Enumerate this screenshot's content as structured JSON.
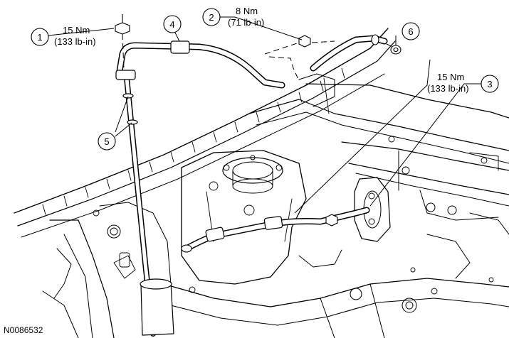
{
  "figure_id": "N0086532",
  "callouts": [
    {
      "number": "1",
      "torque_nm": "15 Nm",
      "torque_lbin": "(133 lb-in)"
    },
    {
      "number": "2",
      "torque_nm": "8 Nm",
      "torque_lbin": "(71 lb-in)"
    },
    {
      "number": "3",
      "torque_nm": "15 Nm",
      "torque_lbin": "(133 lb-in)"
    },
    {
      "number": "4"
    },
    {
      "number": "5"
    },
    {
      "number": "6"
    }
  ]
}
